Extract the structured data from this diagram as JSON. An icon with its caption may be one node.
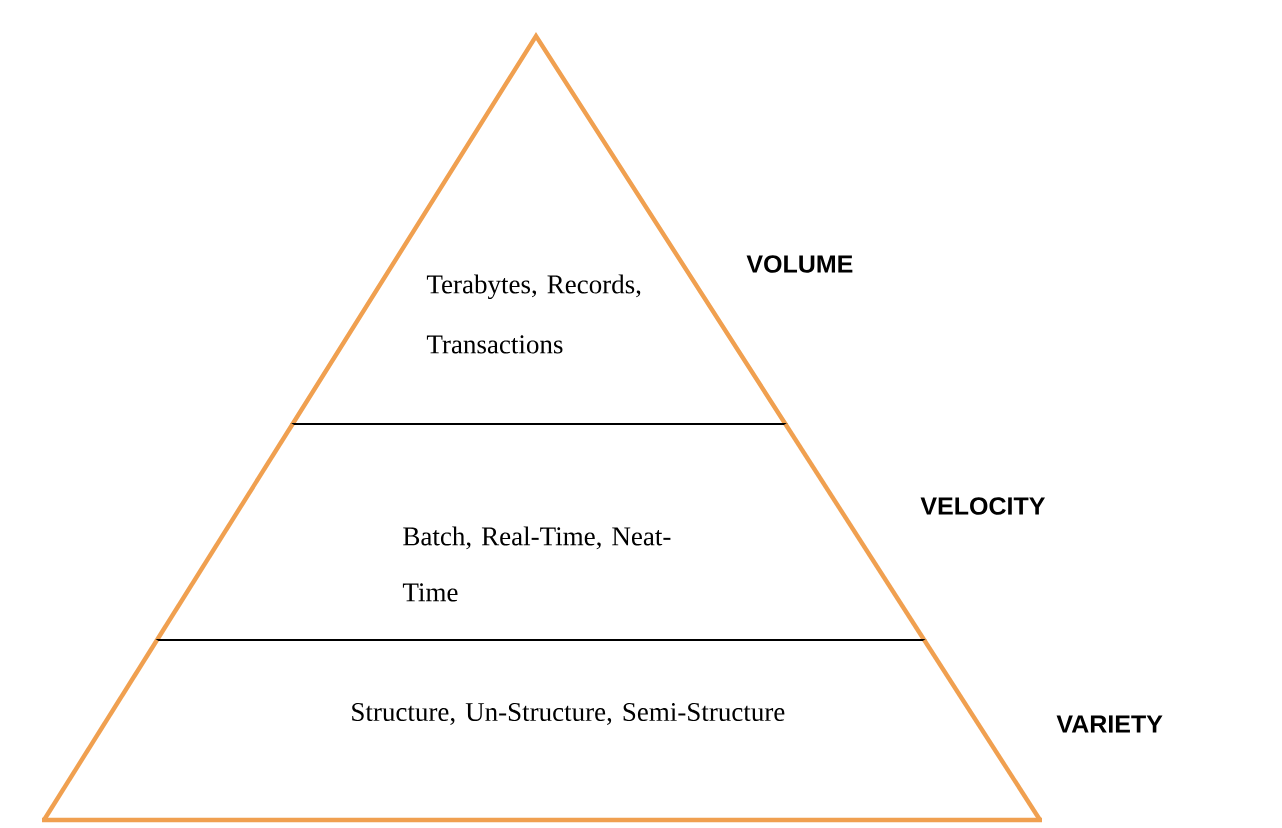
{
  "diagram": {
    "nodes": [
      {
        "text": [
          "Terabytes, Records, Transactions"
        ],
        "beside": [
          "VOLUME"
        ]
      },
      {
        "text": [
          "Batch, Real-Time, Neat-Time"
        ],
        "beside": [
          "VELOCITY"
        ]
      },
      {
        "text": [
          "Structure, Un-Structure, Semi-Structure"
        ],
        "beside": [
          "VARIETY"
        ]
      }
    ]
  }
}
